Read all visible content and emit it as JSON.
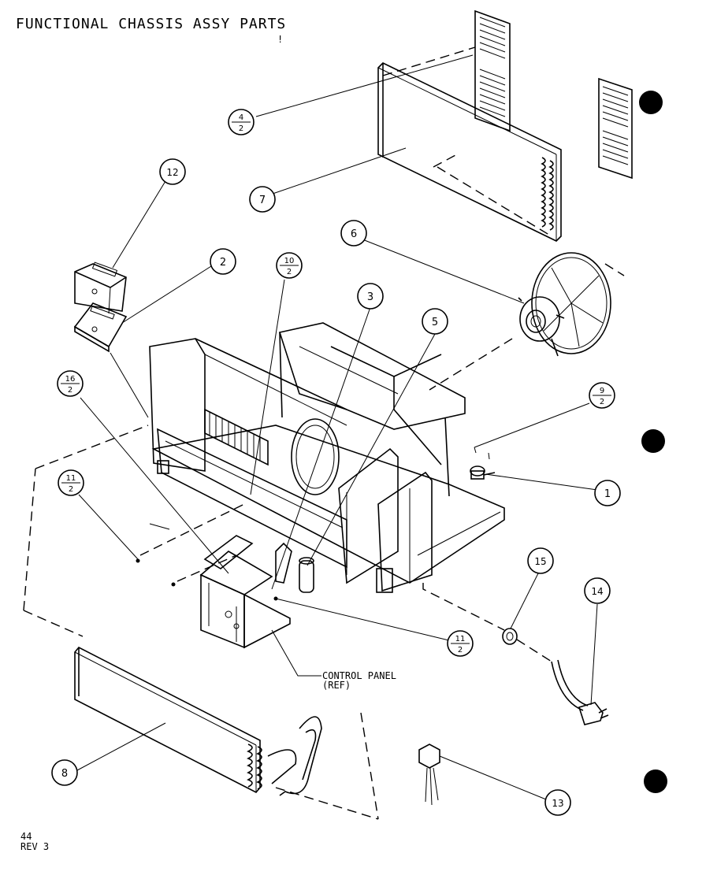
{
  "title": "FUNCTIONAL CHASSIS ASSY PARTS",
  "title_mark": "!",
  "footer": {
    "page": "44",
    "rev": "REV 3"
  },
  "control_panel": {
    "line1": "CONTROL PANEL",
    "line2": "(REF)"
  },
  "callouts": {
    "c1": "1",
    "c2": "2",
    "c3": "3",
    "c5": "5",
    "c6": "6",
    "c7": "7",
    "c8": "8",
    "c12": "12",
    "c13": "13",
    "c14": "14",
    "c15": "15",
    "c4_2": {
      "top": "4",
      "bottom": "2"
    },
    "c9_2": {
      "top": "9",
      "bottom": "2"
    },
    "c10_2": {
      "top": "10",
      "bottom": "2"
    },
    "c11_2a": {
      "top": "11",
      "bottom": "2"
    },
    "c11_2b": {
      "top": "11",
      "bottom": "2"
    },
    "c16_2": {
      "top": "16",
      "bottom": "2"
    }
  }
}
